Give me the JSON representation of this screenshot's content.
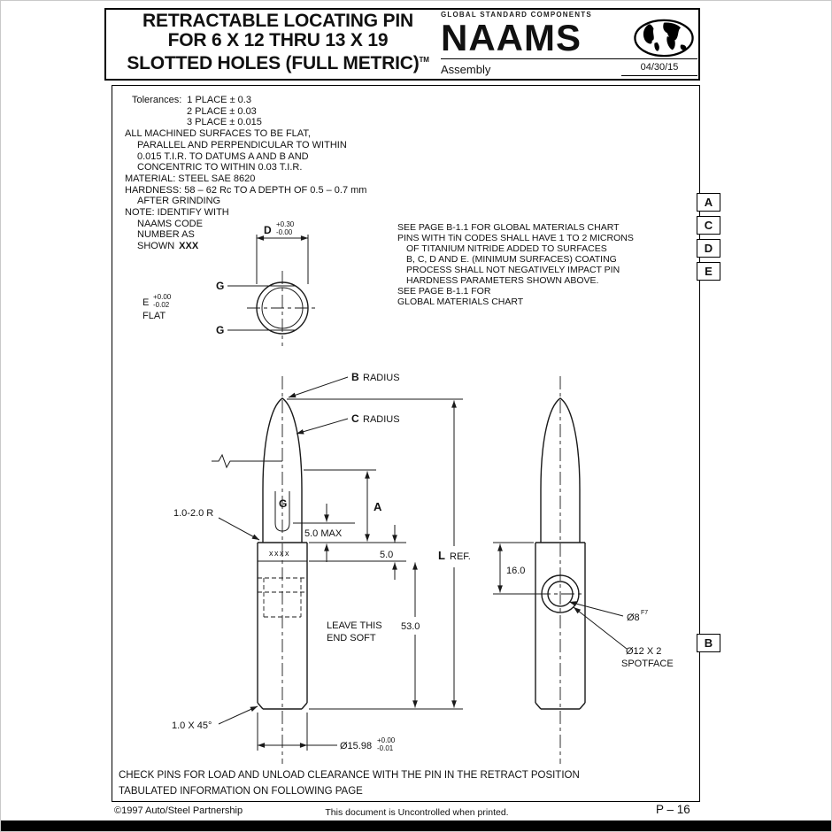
{
  "header": {
    "title_line1": "RETRACTABLE LOCATING PIN",
    "title_line2": "FOR 6 X 12 THRU 13 X 19",
    "title_line3": "SLOTTED HOLES (FULL METRIC)",
    "trademark": "TM",
    "tagline": "GLOBAL STANDARD COMPONENTS",
    "logo_text": "NAAMS",
    "globe_icon": "globe-world-map",
    "subtitle": "Assembly",
    "date": "04/30/15"
  },
  "notes": {
    "tolerances_label": "Tolerances:",
    "tolerance_lines": [
      "1 PLACE ± 0.3",
      "2 PLACE ± 0.03",
      "3 PLACE ± 0.015"
    ],
    "body_lines": [
      "ALL MACHINED SURFACES TO BE FLAT,",
      "PARALLEL AND PERPENDICULAR TO WITHIN",
      "0.015 T.I.R. TO DATUMS A AND B AND",
      "CONCENTRIC TO WITHIN 0.03 T.I.R.",
      "MATERIAL: STEEL SAE 8620",
      "HARDNESS: 58 – 62 Rc TO A DEPTH OF 0.5 – 0.7 mm",
      "AFTER GRINDING",
      "NOTE: IDENTIFY WITH",
      "NAAMS CODE",
      "NUMBER AS"
    ],
    "shown_label": "SHOWN",
    "shown_value": "XXX"
  },
  "materials_note": {
    "lines": [
      "SEE PAGE B-1.1 FOR GLOBAL MATERIALS CHART",
      "PINS WITH TiN CODES SHALL HAVE 1 TO 2 MICRONS",
      "OF TITANIUM NITRIDE ADDED TO SURFACES",
      "B, C, D AND E. (MINIMUM SURFACES) COATING",
      "PROCESS SHALL NOT NEGATIVELY IMPACT PIN",
      "HARDNESS PARAMETERS SHOWN ABOVE.",
      "SEE PAGE B-1.1 FOR",
      "GLOBAL MATERIALS CHART"
    ]
  },
  "datum_tabs": [
    "A",
    "C",
    "D",
    "E"
  ],
  "datum_tab_b": "B",
  "dims": {
    "d": "D",
    "d_tol_plus": "+0.30",
    "d_tol_minus": "-0.00",
    "g_upper": "G",
    "g_lower": "G",
    "e": "E",
    "e_tol_plus": "+0.00",
    "e_tol_minus": "-0.02",
    "e_flat": "FLAT",
    "b_radius_letter": "B",
    "b_radius_word": "RADIUS",
    "c_radius_letter": "C",
    "c_radius_word": "RADIUS",
    "g_slot": "G",
    "a": "A",
    "nose_radius": "1.0-2.0 R",
    "id_mark": "xxxx",
    "depth_max": "5.0 MAX",
    "band_height": "5.0",
    "l_letter": "L",
    "l_ref": "REF.",
    "body_length": "53.0",
    "hole_offset": "16.0",
    "soft_line1": "LEAVE THIS",
    "soft_line2": "END SOFT",
    "chamfer": "1.0 X 45°",
    "pin_dia": "Ø15.98",
    "pin_dia_tol_plus": "+0.00",
    "pin_dia_tol_minus": "-0.01",
    "hole_dia": "Ø8",
    "hole_dia_fit": "F7",
    "spotface_line1": "Ø12 X 2",
    "spotface_line2": "SPOTFACE"
  },
  "bottom_notes": {
    "line1": "CHECK PINS FOR LOAD AND UNLOAD CLEARANCE WITH THE PIN IN THE RETRACT POSITION",
    "line2": "TABULATED INFORMATION ON FOLLOWING PAGE"
  },
  "footer": {
    "copyright": "©1997 Auto/Steel Partnership",
    "center_text": "This document is Uncontrolled when printed.",
    "page_number": "P – 16"
  }
}
